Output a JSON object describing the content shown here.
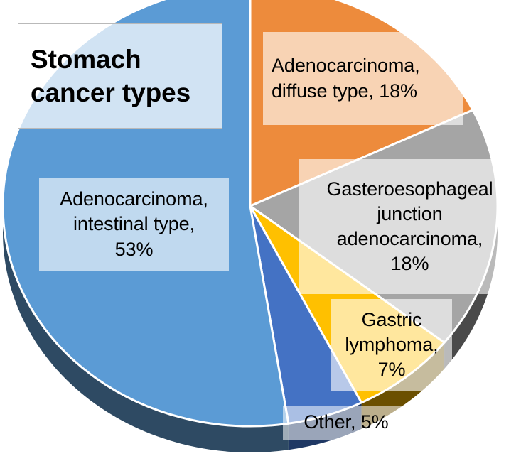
{
  "chart_data": {
    "type": "pie",
    "title": "Stomach cancer types",
    "title_lines": [
      "Stomach",
      "cancer types"
    ],
    "three_d": true,
    "start_angle_deg": 0,
    "direction": "clockwise",
    "categories": [
      "Adenocarcinoma, diffuse type",
      "Gasteroesophageal junction adenocarcinoma",
      "Gastric lymphoma",
      "Other",
      "Adenocarcinoma, intestinal type"
    ],
    "values": [
      18,
      18,
      7,
      5,
      53
    ],
    "unit": "%",
    "legend": "none",
    "data_labels": "inside-with-box",
    "slices": [
      {
        "name": "adenocarcinoma-diffuse",
        "label": "Adenocarcinoma, diffuse type, 18%",
        "label_lines": [
          "Adenocarcinoma,",
          "diffuse type, 18%"
        ],
        "value": 18,
        "color": "#ED8B3C",
        "side_color": "#C06A25"
      },
      {
        "name": "gasteroesophageal-junction-adenocarcinoma",
        "label": "Gasteroesophageal junction adenocarcinoma, 18%",
        "label_lines": [
          "Gasteroesophageal",
          "junction",
          "adenocarcinoma,",
          "18%"
        ],
        "value": 18,
        "color": "#A5A5A5",
        "side_color": "#4A4A4A"
      },
      {
        "name": "gastric-lymphoma",
        "label": "Gastric lymphoma, 7%",
        "label_lines": [
          "Gastric",
          "lymphoma,",
          "7%"
        ],
        "value": 7,
        "color": "#FFC000",
        "side_color": "#6B4F00"
      },
      {
        "name": "other",
        "label": "Other, 5%",
        "label_lines": [
          "Other, 5%"
        ],
        "value": 5,
        "color": "#4472C4",
        "side_color": "#1F3864"
      },
      {
        "name": "adenocarcinoma-intestinal",
        "label": "Adenocarcinoma, intestinal type, 53%",
        "label_lines": [
          "Adenocarcinoma,",
          "intestinal type,",
          "53%"
        ],
        "value": 53,
        "color": "#5B9BD5",
        "side_color": "#2E4A63"
      }
    ],
    "background": "#FFFFFF",
    "title_box_border": "#B9B9B9"
  }
}
